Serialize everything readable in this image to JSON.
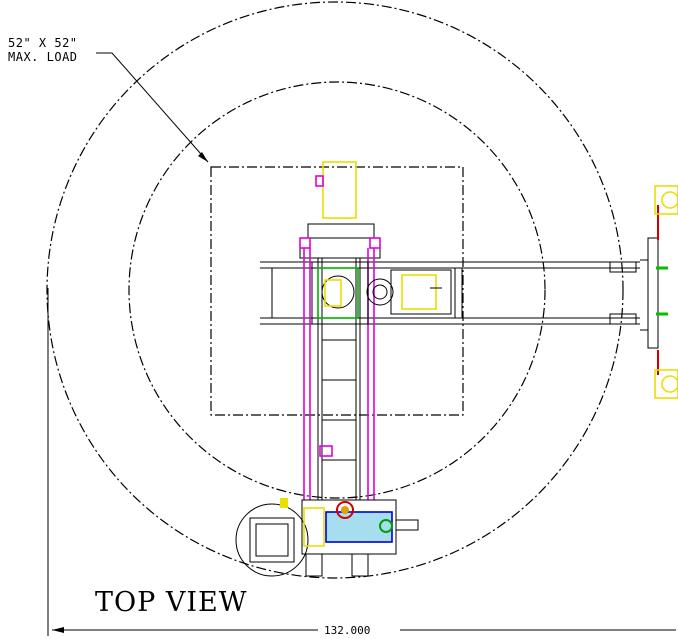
{
  "note": {
    "line1": "52\" X 52\"",
    "line2": "MAX. LOAD"
  },
  "view_title": "TOP VIEW",
  "dimension": {
    "overall_width": "132.000"
  }
}
